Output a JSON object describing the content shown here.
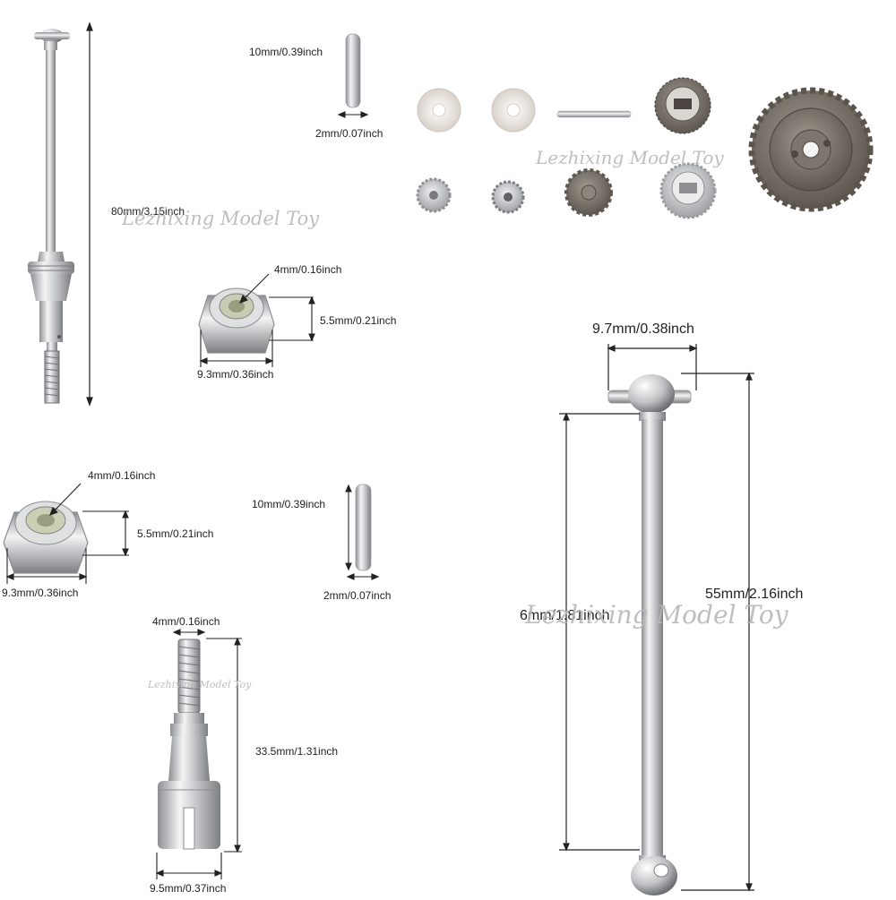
{
  "watermark": "Lezhixing Model Toy",
  "labels": {
    "shaft_length": "80mm/3.15inch",
    "pin_top_length": "10mm/0.39inch",
    "pin_top_diameter": "2mm/0.07inch",
    "nut1_bore": "4mm/0.16inch",
    "nut1_height": "5.5mm/0.21inch",
    "nut1_width": "9.3mm/0.36inch",
    "dogbone_head_width": "9.7mm/0.38inch",
    "dogbone_length": "55mm/2.16inch",
    "dogbone_shaft_length": "6mm/1.81inch",
    "nut2_bore": "4mm/0.16inch",
    "nut2_height": "5.5mm/0.21inch",
    "nut2_width": "9.3mm/0.36inch",
    "pin_mid_length": "10mm/0.39inch",
    "pin_mid_diameter": "2mm/0.07inch",
    "cup_thread": "4mm/0.16inch",
    "cup_length": "33.5mm/1.31inch",
    "cup_diameter": "9.5mm/0.37inch"
  },
  "colors": {
    "steel_light": "#e9e9ea",
    "steel_dark": "#8d8f93",
    "gear_dark": "#6f6962",
    "dimension_line": "#222222",
    "watermark": "#b7b7b7"
  }
}
